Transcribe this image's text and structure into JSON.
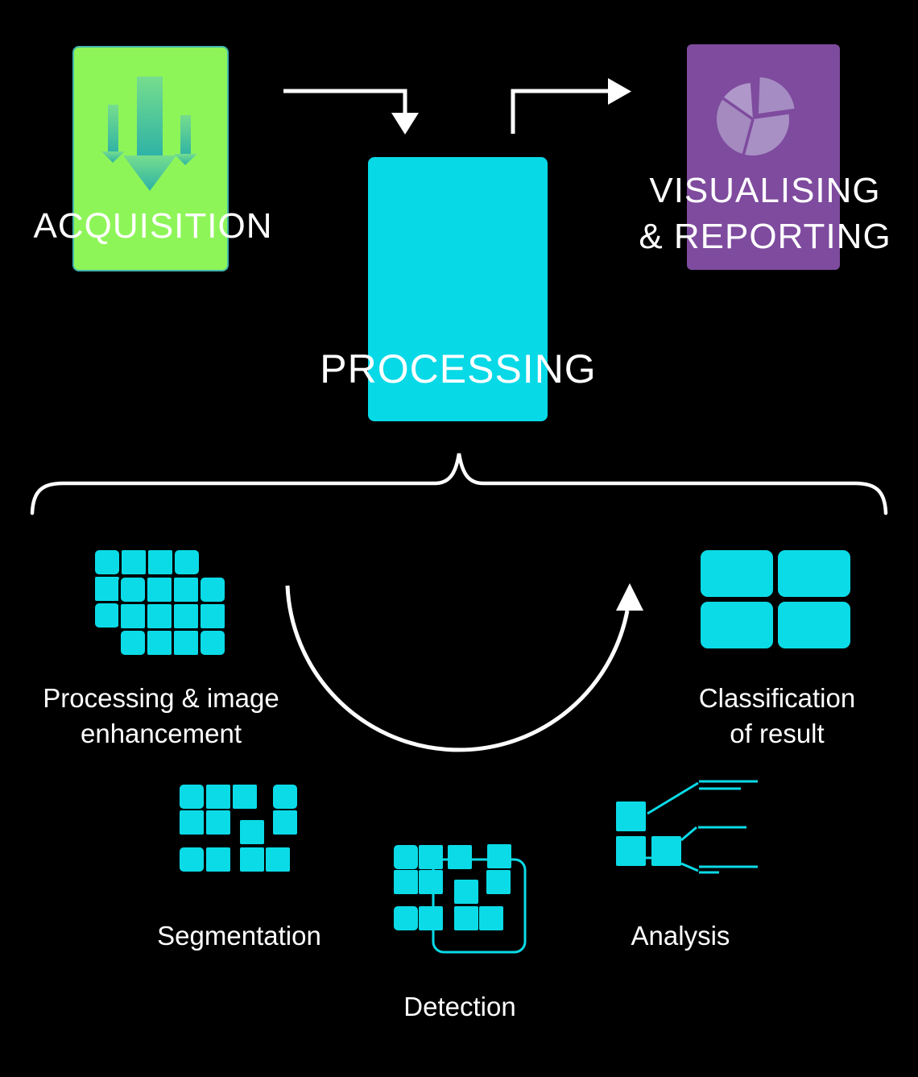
{
  "diagram_title": "image-processing-pipeline",
  "colors": {
    "background": "#000000",
    "acquisition_green": "#8ef559",
    "acquisition_border_teal": "#43b5ad",
    "processing_cyan": "#07d9e7",
    "visualising_purple": "#7e4b9e",
    "pie_light_purple": "#a48abf",
    "pie_lighter_purple": "#af97ca",
    "icon_cyan": "#0bdbe7",
    "connector_white": "#ffffff",
    "download_arrow_gradient_top": "#76dd8d",
    "download_arrow_gradient_bottom": "#2db2a6"
  },
  "stages": {
    "acquisition": {
      "label": "ACQUISITION",
      "icon": "download-arrows-icon"
    },
    "processing": {
      "label": "PROCESSING"
    },
    "visualising": {
      "label_line1": "VISUALISING",
      "label_line2": "& REPORTING",
      "icon": "pie-chart-icon"
    }
  },
  "substeps": {
    "enhancement": {
      "label_line1": "Processing & image",
      "label_line2": "enhancement",
      "icon": "image-grid-icon"
    },
    "segmentation": {
      "label": "Segmentation",
      "icon": "segmented-grid-icon"
    },
    "detection": {
      "label": "Detection",
      "icon": "detection-grid-icon"
    },
    "analysis": {
      "label": "Analysis",
      "icon": "analysis-callouts-icon"
    },
    "classification": {
      "label_line1": "Classification",
      "label_line2": "of result",
      "icon": "classification-grid-icon"
    }
  }
}
